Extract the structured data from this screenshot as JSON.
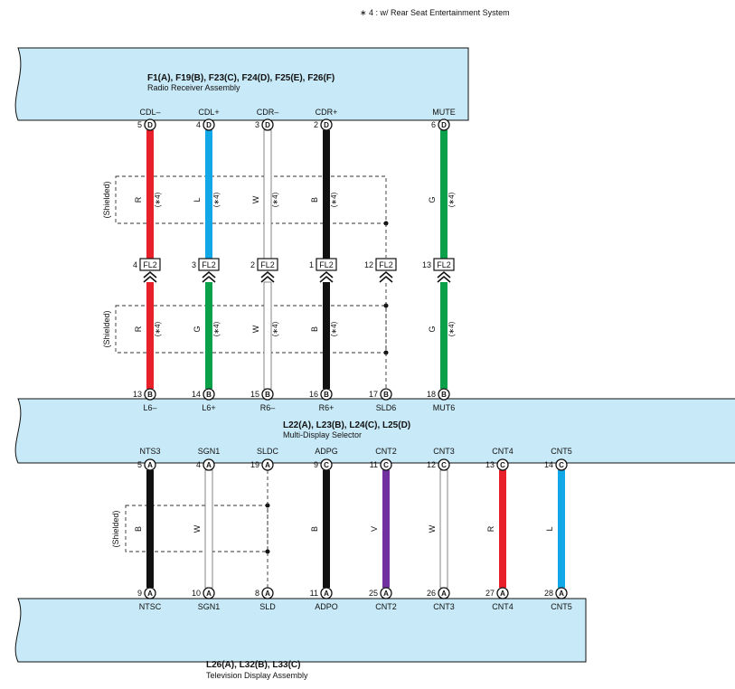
{
  "note": "∗ 4 : w/ Rear Seat Entertainment System",
  "shielded_label": "(Shielded)",
  "star_label": "(∗4)",
  "connector_fl2": "FL2",
  "colors": {
    "R": "#e8202a",
    "L": "#12a8e8",
    "W": "#ffffff",
    "B": "#111111",
    "G": "#0ba14b",
    "V": "#7030a0",
    "box": "#c8e9f7"
  },
  "boxes": {
    "radio": {
      "codes": "F1(A), F19(B), F23(C), F24(D), F25(E), F26(F)",
      "name": "Radio Receiver Assembly"
    },
    "selector": {
      "codes": "L22(A), L23(B), L24(C), L25(D)",
      "name": "Multi-Display Selector"
    },
    "tv": {
      "codes": "L26(A), L32(B), L33(C)",
      "name": "Television Display Assembly"
    }
  },
  "upper": {
    "wires": [
      {
        "top_name": "CDL–",
        "top_pin": "5",
        "top_conn": "D",
        "color_code": "R",
        "lower_color_code": "R",
        "fl2_pin": "4",
        "bot_pin": "13",
        "bot_conn": "B",
        "bot_name": "L6–"
      },
      {
        "top_name": "CDL+",
        "top_pin": "4",
        "top_conn": "D",
        "color_code": "L",
        "lower_color_code": "G",
        "fl2_pin": "3",
        "bot_pin": "14",
        "bot_conn": "B",
        "bot_name": "L6+"
      },
      {
        "top_name": "CDR–",
        "top_pin": "3",
        "top_conn": "D",
        "color_code": "W",
        "lower_color_code": "W",
        "fl2_pin": "2",
        "bot_pin": "15",
        "bot_conn": "B",
        "bot_name": "R6–"
      },
      {
        "top_name": "CDR+",
        "top_pin": "2",
        "top_conn": "D",
        "color_code": "B",
        "lower_color_code": "B",
        "fl2_pin": "1",
        "bot_pin": "16",
        "bot_conn": "B",
        "bot_name": "R6+"
      },
      {
        "top_name": "",
        "top_pin": "",
        "top_conn": "",
        "color_code": "",
        "lower_color_code": "",
        "fl2_pin": "12",
        "bot_pin": "17",
        "bot_conn": "B",
        "bot_name": "SLD6"
      },
      {
        "top_name": "MUTE",
        "top_pin": "6",
        "top_conn": "D",
        "color_code": "G",
        "lower_color_code": "G",
        "fl2_pin": "13",
        "bot_pin": "18",
        "bot_conn": "B",
        "bot_name": "MUT6"
      }
    ]
  },
  "lower": {
    "wires": [
      {
        "top_name": "NTS3",
        "top_pin": "5",
        "top_conn": "A",
        "color_code": "B",
        "bot_pin": "9",
        "bot_conn": "A",
        "bot_name": "NTSC"
      },
      {
        "top_name": "SGN1",
        "top_pin": "4",
        "top_conn": "A",
        "color_code": "W",
        "bot_pin": "10",
        "bot_conn": "A",
        "bot_name": "SGN1"
      },
      {
        "top_name": "SLDC",
        "top_pin": "19",
        "top_conn": "A",
        "color_code": "",
        "bot_pin": "8",
        "bot_conn": "A",
        "bot_name": "SLD"
      },
      {
        "top_name": "ADPG",
        "top_pin": "9",
        "top_conn": "C",
        "color_code": "B",
        "bot_pin": "11",
        "bot_conn": "A",
        "bot_name": "ADPO"
      },
      {
        "top_name": "CNT2",
        "top_pin": "11",
        "top_conn": "C",
        "color_code": "V",
        "bot_pin": "25",
        "bot_conn": "A",
        "bot_name": "CNT2"
      },
      {
        "top_name": "CNT3",
        "top_pin": "12",
        "top_conn": "C",
        "color_code": "W",
        "bot_pin": "26",
        "bot_conn": "A",
        "bot_name": "CNT3"
      },
      {
        "top_name": "CNT4",
        "top_pin": "13",
        "top_conn": "C",
        "color_code": "R",
        "bot_pin": "27",
        "bot_conn": "A",
        "bot_name": "CNT4"
      },
      {
        "top_name": "CNT5",
        "top_pin": "14",
        "top_conn": "C",
        "color_code": "L",
        "bot_pin": "28",
        "bot_conn": "A",
        "bot_name": "CNT5"
      }
    ]
  }
}
